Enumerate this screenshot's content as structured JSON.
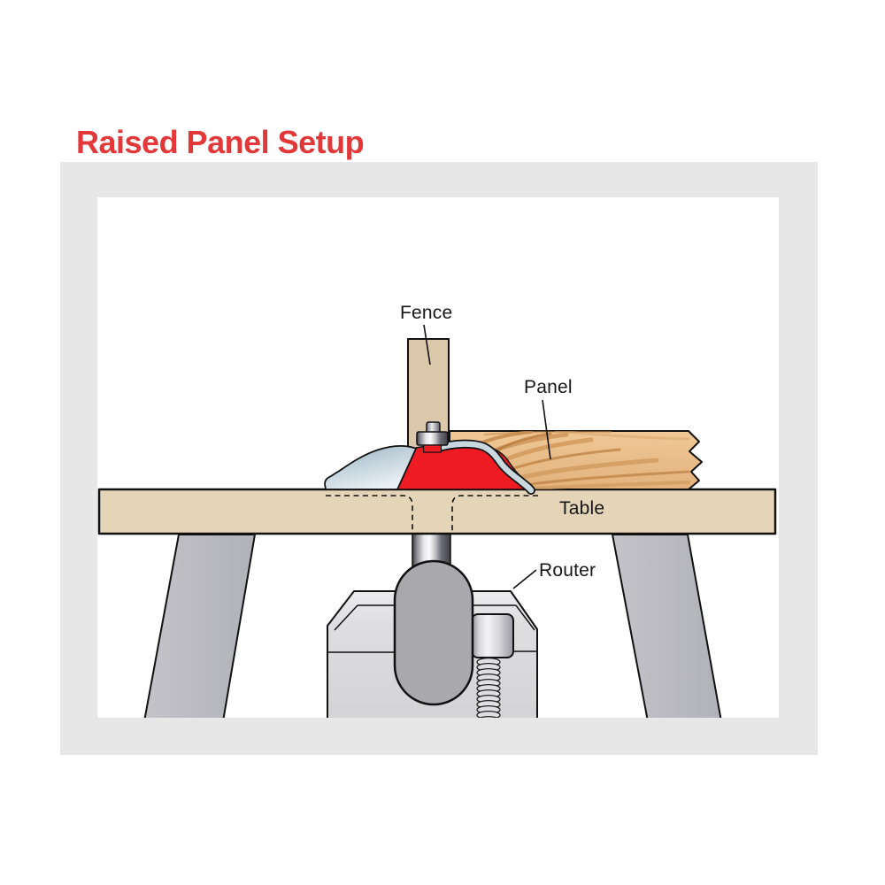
{
  "title": {
    "text": "Raised Panel Setup",
    "color": "#e3383a"
  },
  "figure": {
    "labels": {
      "fence": "Fence",
      "panel": "Panel",
      "table": "Table",
      "router": "Router"
    },
    "colors": {
      "title_red": "#e3383a",
      "bit_red": "#ee1b23",
      "frame_gray": "#e7e7e7",
      "canvas_white": "#ffffff",
      "table_wood": "#e5d5b8",
      "fence_wood": "#dbc8ab",
      "panel_wood": "#eebe8c",
      "panel_grain": "#c08547",
      "steel_blue": "#c9d7df",
      "motor_gray": "#a8a8ad",
      "leg_gray": "#babac0",
      "router_body_gray": "#d8d8db",
      "outline_black": "#111111"
    }
  }
}
